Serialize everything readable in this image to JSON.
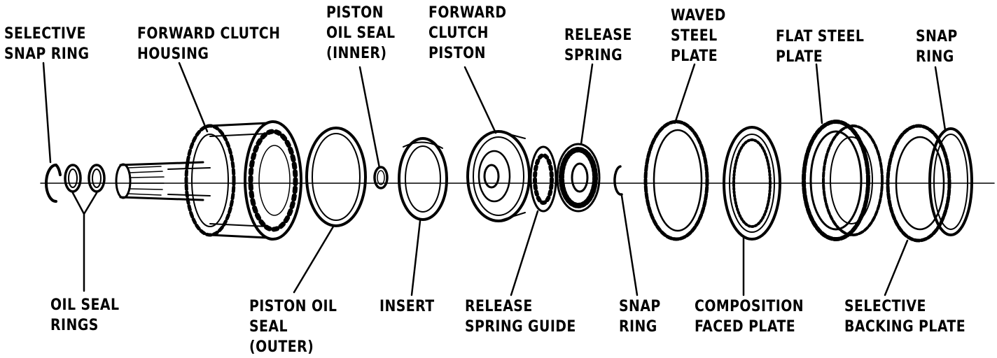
{
  "diagram": {
    "colors": {
      "ink": "#000000",
      "paper": "#ffffff"
    },
    "labels": {
      "selective_snap_ring": [
        "SELECTIVE",
        "SNAP RING"
      ],
      "forward_clutch_housing": [
        "FORWARD CLUTCH",
        "HOUSING"
      ],
      "piston_oil_seal_inner": [
        "PISTON",
        "OIL SEAL",
        "(INNER)"
      ],
      "forward_clutch_piston": [
        "FORWARD",
        "CLUTCH",
        "PISTON"
      ],
      "release_spring": [
        "RELEASE",
        "SPRING"
      ],
      "waved_steel_plate": [
        "WAVED",
        "STEEL",
        "PLATE"
      ],
      "flat_steel_plate": [
        "FLAT STEEL",
        "PLATE"
      ],
      "snap_ring_top": [
        "SNAP",
        "RING"
      ],
      "oil_seal_rings": [
        "OIL SEAL",
        "RINGS"
      ],
      "piston_oil_seal_outer": [
        "PISTON OIL",
        "SEAL",
        "(OUTER)"
      ],
      "insert": [
        "INSERT"
      ],
      "release_spring_guide": [
        "RELEASE",
        "SPRING GUIDE"
      ],
      "snap_ring_bottom": [
        "SNAP",
        "RING"
      ],
      "composition_faced_plate": [
        "COMPOSITION",
        "FACED PLATE"
      ],
      "selective_backing_plate": [
        "SELECTIVE",
        "BACKING PLATE"
      ]
    }
  }
}
